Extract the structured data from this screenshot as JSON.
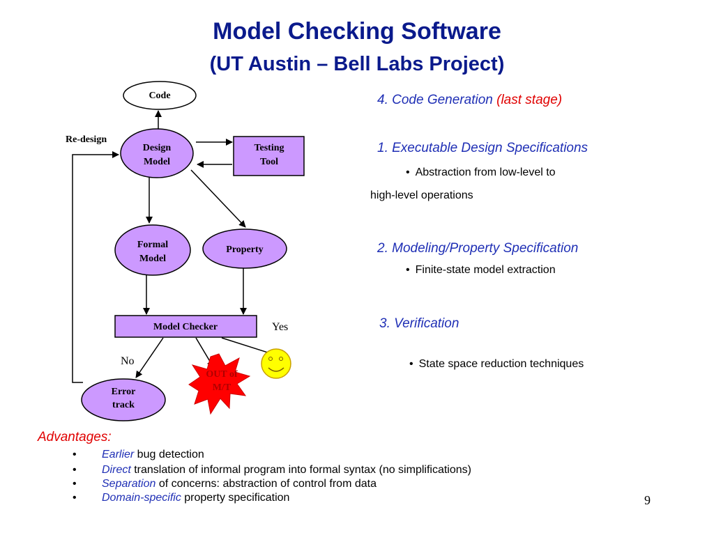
{
  "title": {
    "main": "Model Checking Software",
    "sub": "(UT Austin – Bell Labs Project)"
  },
  "diagram": {
    "nodes": {
      "code": "Code",
      "design_model": [
        "Design",
        "Model"
      ],
      "testing_tool": [
        "Testing",
        "Tool"
      ],
      "formal_model": [
        "Formal",
        "Model"
      ],
      "property": "Property",
      "model_checker": "Model Checker",
      "error_track": [
        "Error",
        "track"
      ],
      "out_of_mt": [
        "OUT of",
        "M/T"
      ]
    },
    "labels": {
      "redesign": "Re-design",
      "yes": "Yes",
      "no": "No"
    },
    "colors": {
      "node_fill": "#cc99ff",
      "burst_fill": "#ff0000",
      "burst_text": "#cc0000",
      "smiley_fill": "#ffff00"
    },
    "icons": {
      "smiley": "smiley-face-icon",
      "burst": "explosion-burst-icon"
    }
  },
  "steps": [
    {
      "arrow": "",
      "label": "4. Code Generation",
      "note": "(last stage)"
    },
    {
      "arrow": "",
      "label": "1. Executable Design Specifications"
    },
    {
      "arrow": "",
      "label": "2. Modeling/Property Specification"
    },
    {
      "arrow": "",
      "label": "3. Verification"
    }
  ],
  "bullets": {
    "abstraction_line1": "Abstraction from low-level to",
    "abstraction_line2": "high-level operations",
    "finite_state": "Finite-state model extraction",
    "state_space": "State space reduction techniques",
    "dot": "•"
  },
  "advantages": {
    "heading": "Advantages:",
    "items": [
      {
        "em": "Earlier",
        "rest": " bug detection"
      },
      {
        "em": "Direct",
        "rest": " translation of informal program into formal syntax (no simplifications)"
      },
      {
        "em": "Separation",
        "rest": " of concerns: abstraction of control from data"
      },
      {
        "em": "Domain-specific",
        "rest": " property specification"
      }
    ]
  },
  "page_number": "9",
  "colors": {
    "title": "#0a1a8c",
    "step_text": "#1f2fb5",
    "highlight_red": "#e00000"
  }
}
